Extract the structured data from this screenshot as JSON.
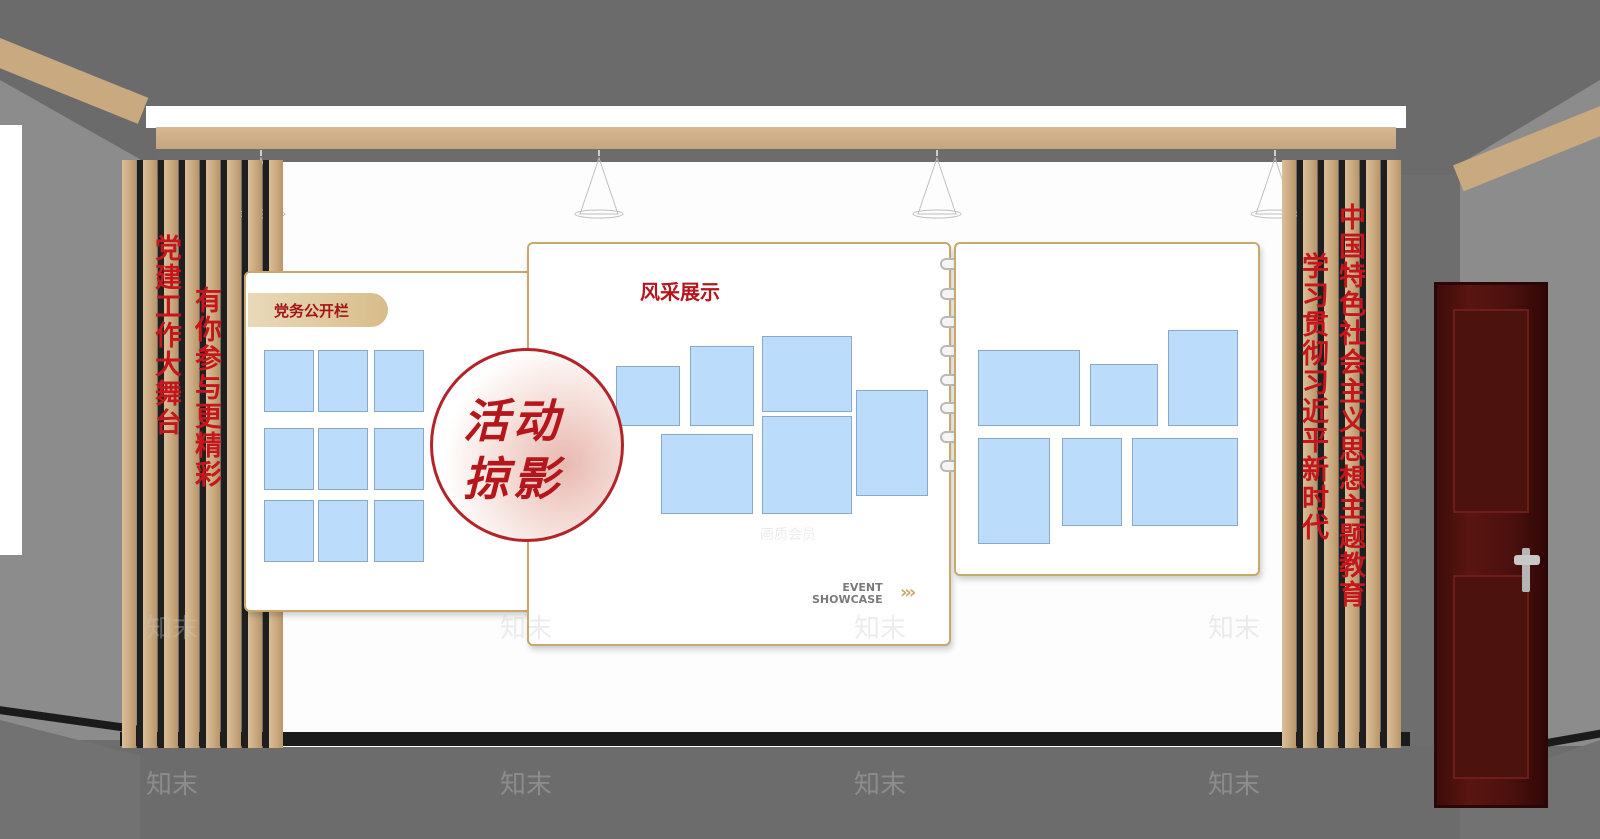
{
  "left_slogans": {
    "column_1": "党建工作大舞台",
    "column_2": "有你参与更精彩"
  },
  "right_slogans": {
    "column_1": "中国特色社会主义思想主题教育",
    "column_2": "学习贯彻习近平新时代"
  },
  "notice_board": {
    "tag": "党务公开栏"
  },
  "seal": {
    "line_1": "活动",
    "line_2": "掠影"
  },
  "showcase": {
    "title": "风采展示",
    "event_line_1": "EVENT",
    "event_line_2": "SHOWCASE",
    "chevrons": "›››"
  },
  "watermarks": {
    "brand": "知末",
    "quality": "画质会员"
  },
  "colors": {
    "slogan_red": "#c4161c",
    "wood": "#c8a77d",
    "photo_blue": "#bcdcfb",
    "door": "#4a100d"
  }
}
